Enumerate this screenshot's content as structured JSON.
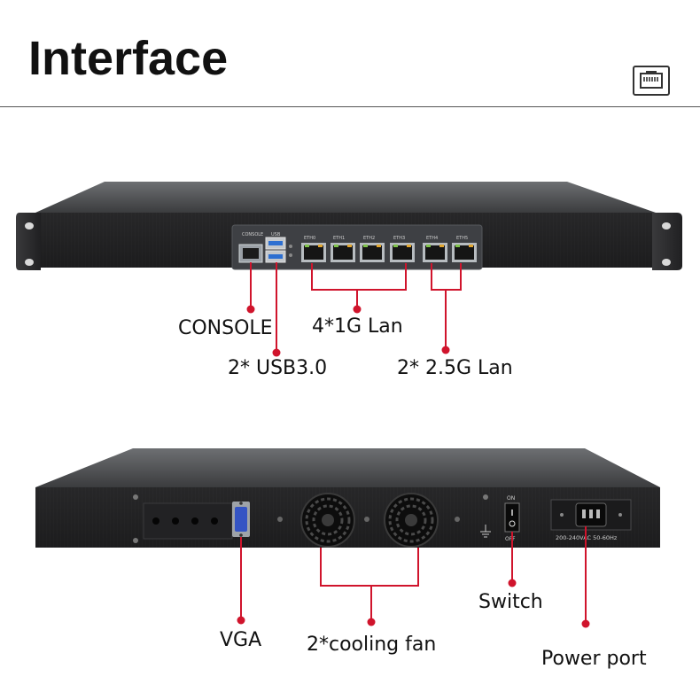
{
  "title": "Interface",
  "colors": {
    "accent": "#d0142c",
    "chassis": "#2a2a2a",
    "port_green": "#7fc24a",
    "port_amber": "#e3a72f"
  },
  "icons": {
    "header": "ethernet-port-icon"
  },
  "front_panel": {
    "port_labels": [
      "CONSOLE",
      "USB",
      "ETH0",
      "ETH1",
      "ETH2",
      "ETH3",
      "ETH4",
      "ETH5"
    ],
    "callouts": {
      "console": "CONSOLE",
      "usb": "2* USB3.0",
      "lan_1g": "4*1G Lan",
      "lan_25g": "2* 2.5G Lan"
    }
  },
  "rear_panel": {
    "switch_on": "ON",
    "switch_off": "OFF",
    "power_rating": "200-240VAC 50-60Hz",
    "callouts": {
      "vga": "VGA",
      "fans": "2*cooling fan",
      "switch": "Switch",
      "power": "Power port"
    }
  }
}
